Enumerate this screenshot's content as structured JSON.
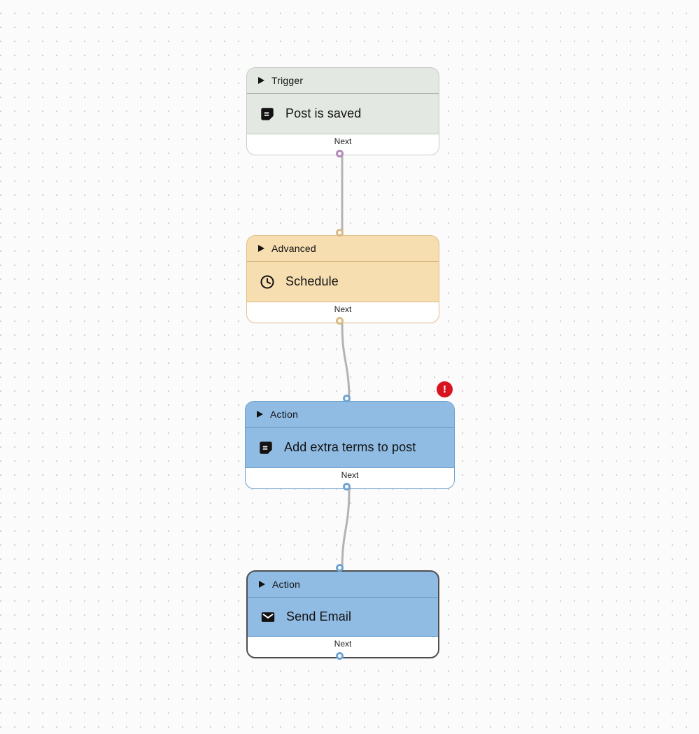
{
  "canvas": {
    "background_color": "#fbfbfb",
    "dot_color": "#d0d0d0"
  },
  "nodes": [
    {
      "category": "Trigger",
      "title": "Post is saved",
      "icon": "document-icon",
      "footer_label": "Next",
      "fill_color": "#e3e8e2",
      "border_color": "#c6cec4",
      "port_color": "#b48bb9",
      "selected": false,
      "has_error": false
    },
    {
      "category": "Advanced",
      "title": "Schedule",
      "icon": "clock-icon",
      "footer_label": "Next",
      "fill_color": "#f7deb1",
      "border_color": "#debf8a",
      "port_color": "#d9ba84",
      "selected": false,
      "has_error": false
    },
    {
      "category": "Action",
      "title": "Add extra terms to post",
      "icon": "document-icon",
      "footer_label": "Next",
      "fill_color": "#90bce4",
      "border_color": "#6b9fce",
      "port_color": "#6fa3d2",
      "selected": false,
      "has_error": true
    },
    {
      "category": "Action",
      "title": "Send Email",
      "icon": "envelope-icon",
      "footer_label": "Next",
      "fill_color": "#90bce4",
      "border_color": "#4d4f52",
      "port_color": "#6fa3d2",
      "selected": true,
      "has_error": false
    }
  ],
  "edges": {
    "color": "#b4b2b5"
  },
  "error_badge": {
    "glyph": "!",
    "color": "#d8141f"
  }
}
